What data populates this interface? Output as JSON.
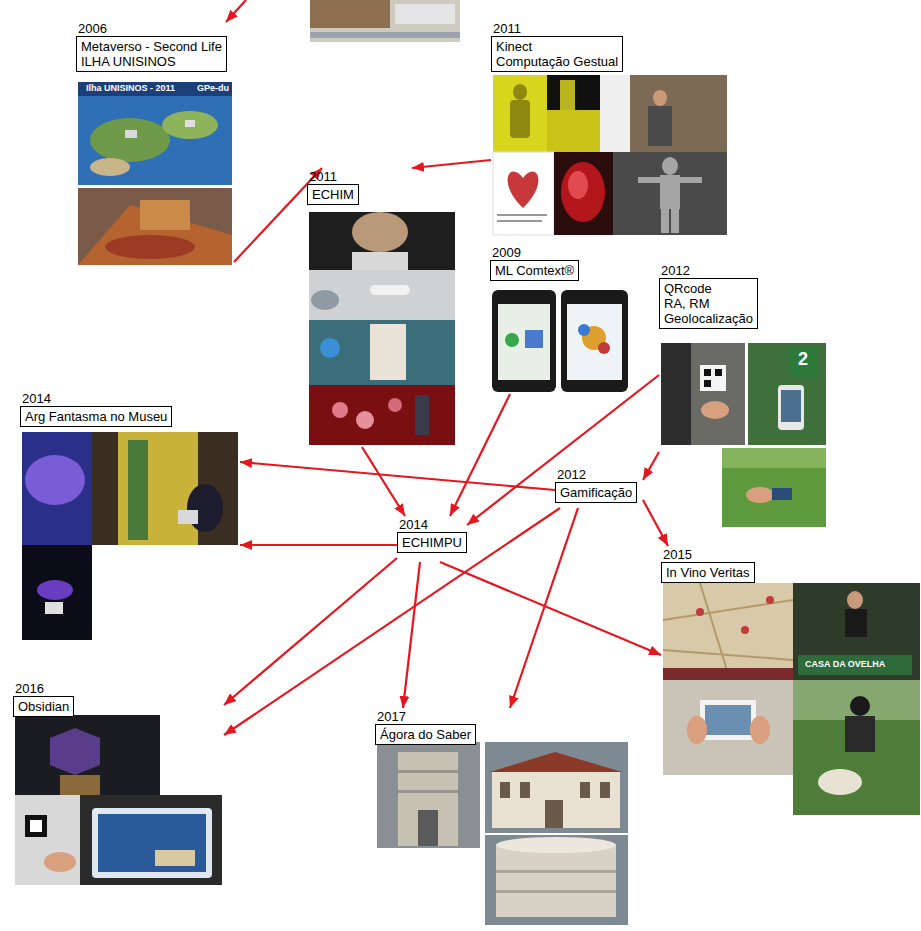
{
  "diagram": {
    "nodes": [
      {
        "text": [
          "2006",
          "Metaverso - Second Life",
          "ILHA UNISINOS"
        ]
      },
      {
        "text": [
          "2011",
          "Kinect",
          "Computação Gestual"
        ]
      },
      {
        "text": [
          "2011",
          "ECHIM"
        ]
      },
      {
        "text": [
          "2009",
          "ML Comtext®"
        ]
      },
      {
        "text": [
          "2012",
          "QRcode",
          "RA, RM",
          "Geolocalização"
        ]
      },
      {
        "text": [
          "2014",
          "Arg Fantasma no Museu"
        ]
      },
      {
        "text": [
          "2012",
          "Gamificação"
        ]
      },
      {
        "text": [
          "2014",
          "ECHIMPU"
        ]
      },
      {
        "text": [
          "2015",
          "In Vino Veritas"
        ]
      },
      {
        "text": [
          "2016",
          "Obsidian"
        ]
      },
      {
        "text": [
          "2017",
          "Ágora do Saber"
        ]
      }
    ],
    "edges": [
      {
        "from": 0,
        "to": 2,
        "arrow": "to"
      },
      {
        "from": 1,
        "to": 2,
        "arrow": "to"
      },
      {
        "from": 2,
        "to": 7,
        "arrow": "to"
      },
      {
        "from": 3,
        "to": 7,
        "arrow": "to"
      },
      {
        "from": 4,
        "to": 7,
        "arrow": "to"
      },
      {
        "from": 4,
        "to": 6,
        "arrow": "to"
      },
      {
        "from": 6,
        "to": 5,
        "arrow": "to"
      },
      {
        "from": 6,
        "to": 8,
        "arrow": "to"
      },
      {
        "from": 6,
        "to": 9,
        "arrow": "to"
      },
      {
        "from": 6,
        "to": 10,
        "arrow": "to"
      },
      {
        "from": 7,
        "to": 5,
        "arrow": "to"
      },
      {
        "from": 7,
        "to": 9,
        "arrow": "to"
      },
      {
        "from": 7,
        "to": 10,
        "arrow": "to"
      },
      {
        "from": 7,
        "to": 8,
        "arrow": "to"
      }
    ],
    "labels": [
      "Ilha UNISINOS - 2011",
      "GPe-du",
      "2",
      "CASA DA OVELHA"
    ]
  }
}
